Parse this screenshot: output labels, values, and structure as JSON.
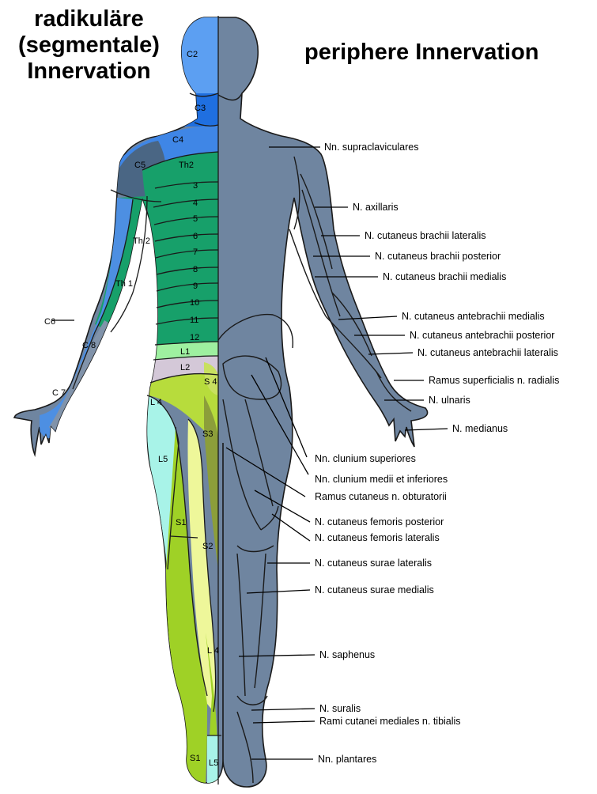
{
  "title_left": [
    "radikuläre",
    "(segmentale)",
    "Innervation"
  ],
  "title_right": "periphere Innervation",
  "segments": {
    "c2": "C2",
    "c3": "C3",
    "c4": "C4",
    "c5": "C5",
    "c6": "C6",
    "c7": "C 7",
    "c8": "C 8",
    "th1": "Th 1",
    "th2_arm": "Th 2",
    "th2": "Th2",
    "t3": "3",
    "t4": "4",
    "t5": "5",
    "t6": "6",
    "t7": "7",
    "t8": "8",
    "t9": "9",
    "t10": "10",
    "t11": "11",
    "t12": "12",
    "l1": "L1",
    "l2": "L2",
    "l4_thigh": "L 4",
    "l5": "L5",
    "s4": "S 4",
    "s3": "S3",
    "s1": "S1",
    "s2": "S2",
    "l4_leg": "L 4",
    "s1_foot": "S1",
    "l5_foot": "L5"
  },
  "nerves": [
    "Nn. supraclaviculares",
    "N. axillaris",
    "N. cutaneus brachii lateralis",
    "N. cutaneus brachii posterior",
    "N. cutaneus brachii medialis",
    "N. cutaneus antebrachii medialis",
    "N. cutaneus antebrachii posterior",
    "N. cutaneus antebrachii lateralis",
    "Ramus superficialis n. radialis",
    "N. ulnaris",
    "N. medianus",
    "Nn. clunium superiores",
    "Nn. clunium medii et inferiores",
    "Ramus cutaneus n. obturatorii",
    "N. cutaneus femoris posterior",
    "N. cutaneus femoris lateralis",
    "N. cutaneus surae lateralis",
    "N. cutaneus surae medialis",
    "N. saphenus",
    "N. suralis",
    "Rami cutanei mediales n. tibialis",
    "Nn. plantares"
  ],
  "colors": {
    "periphery": "#6f85a0",
    "c2": "#5c9ff2",
    "c3": "#1f6fe0",
    "c4": "#3f86e6",
    "c5": "#4a6684",
    "arm_light": "#4d8fe2",
    "arm_grey": "#8193aa",
    "thoracic": "#17a06a",
    "l1": "#d4c8d8",
    "l2": "#9ef0a0",
    "l5": "#a8f3e8",
    "s1": "#9fd126",
    "s2": "#eef79a",
    "s3": "#8c9e3a",
    "lumbar_green": "#b7dc3c"
  }
}
